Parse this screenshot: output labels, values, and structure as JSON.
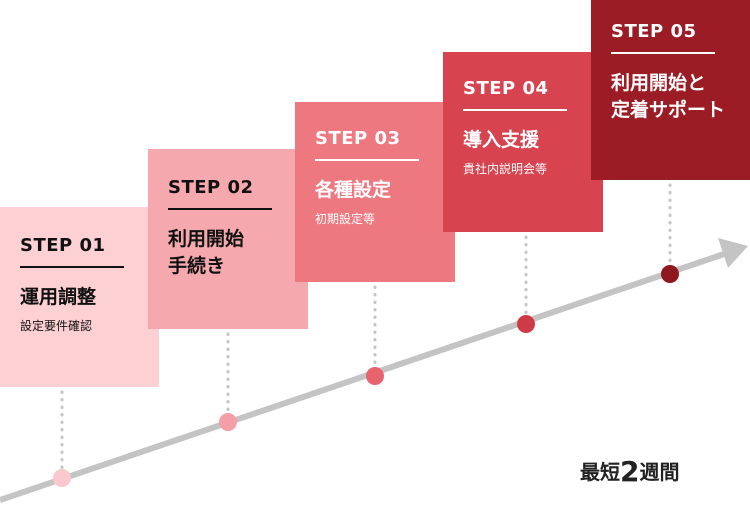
{
  "steps": [
    {
      "label": "STEP 01",
      "title_line1": "運用調整",
      "title_line2": "",
      "subtitle": "設定要件確認",
      "color": "#fdd0d4",
      "dot_color": "#f9c9cd"
    },
    {
      "label": "STEP 02",
      "title_line1": "利用開始",
      "title_line2": "手続き",
      "subtitle": "",
      "color": "#f5a9ae",
      "dot_color": "#f49ea5"
    },
    {
      "label": "STEP 03",
      "title_line1": "各種設定",
      "title_line2": "",
      "subtitle": "初期設定等",
      "color": "#ee7880",
      "dot_color": "#e8636d"
    },
    {
      "label": "STEP 04",
      "title_line1": "導入支援",
      "title_line2": "",
      "subtitle": "貴社内説明会等",
      "color": "#d7434f",
      "dot_color": "#cf3a47"
    },
    {
      "label": "STEP 05",
      "title_line1": "利用開始と",
      "title_line2": "定着サポート",
      "subtitle": "",
      "color": "#9c1c25",
      "dot_color": "#8f1820"
    }
  ],
  "summary": {
    "prefix": "最短",
    "number": "2",
    "suffix": "週間"
  },
  "colors": {
    "arrow": "#c4c4c4",
    "connector": "#c4c4c4"
  }
}
